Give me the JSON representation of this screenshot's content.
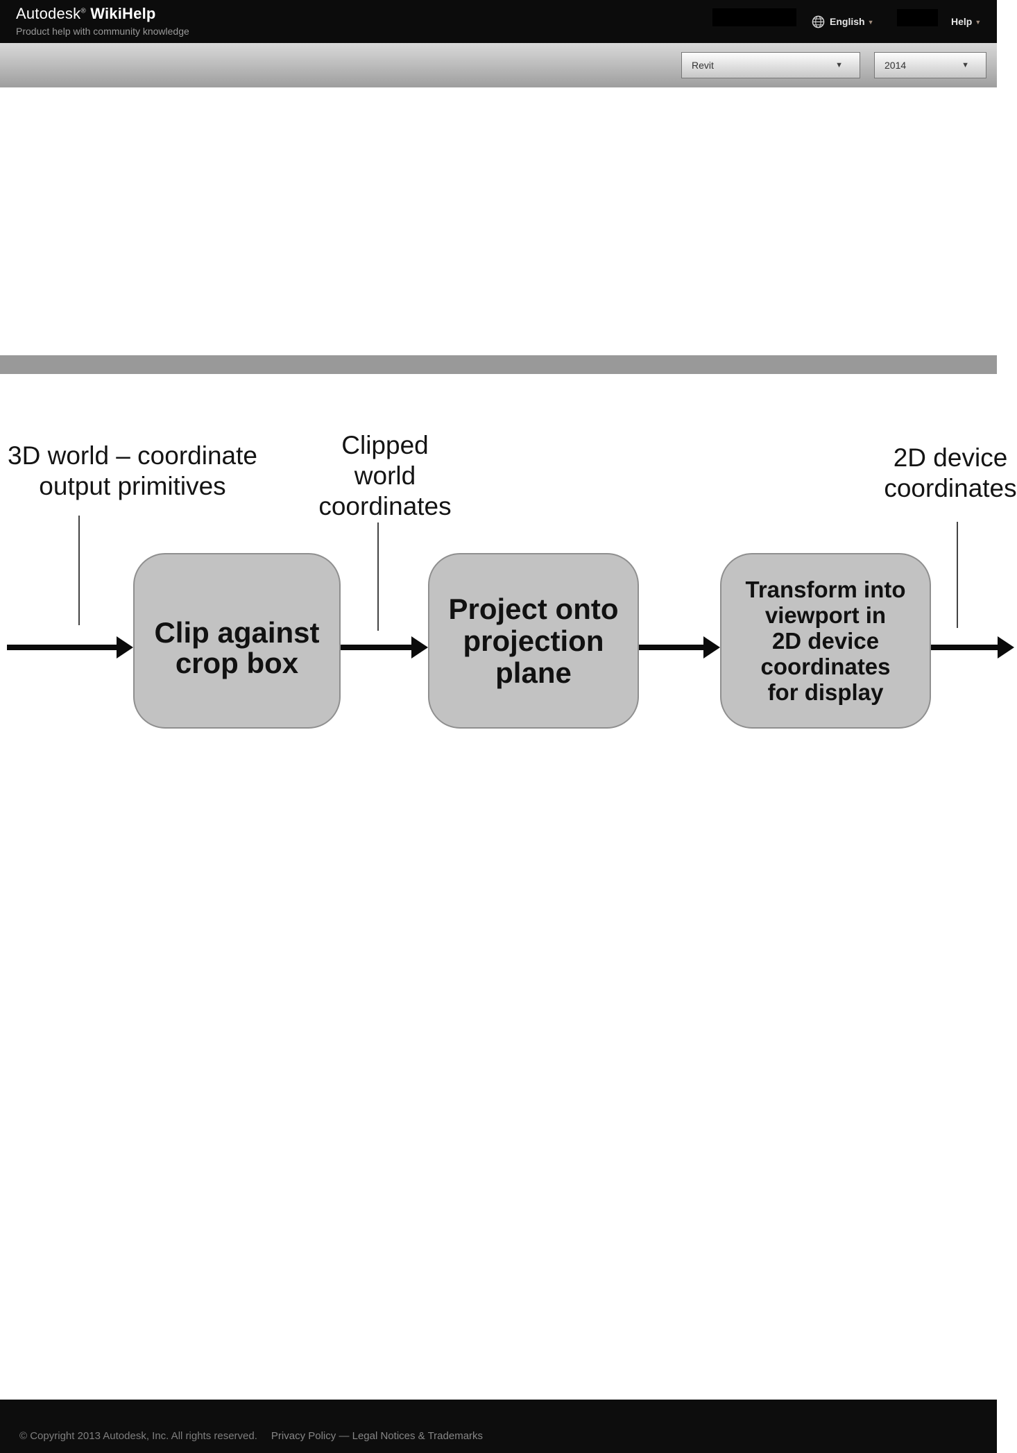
{
  "header": {
    "brand": "Autodesk",
    "brand_reg": "®",
    "brand_bold": "WikiHelp",
    "tagline": "Product help with community knowledge",
    "language_label": "English",
    "language_caret": "▼",
    "help_label": "Help",
    "help_caret": "▼"
  },
  "toolbar": {
    "product_selected": "Revit",
    "version_selected": "2014",
    "select_arrow": "▼"
  },
  "diagram": {
    "labels": [
      {
        "lines": [
          "3D world – coordinate",
          "output primitives"
        ]
      },
      {
        "lines": [
          "Clipped",
          "world",
          "coordinates"
        ]
      },
      {
        "lines": [
          "2D device",
          "coordinates"
        ]
      }
    ],
    "boxes": [
      {
        "lines": [
          "Clip against",
          "crop box"
        ]
      },
      {
        "lines": [
          "Project onto",
          "projection",
          "plane"
        ]
      },
      {
        "lines": [
          "Transform into",
          "viewport in",
          "2D device",
          "coordinates",
          "for display"
        ]
      }
    ]
  },
  "footer": {
    "copyright": "© Copyright 2013 Autodesk, Inc. All rights reserved.",
    "privacy_link": "Privacy Policy",
    "separator": "—",
    "legal_link": "Legal Notices & Trademarks"
  },
  "colors": {
    "header_bg": "#0c0c0c",
    "toolbar_gradient_top": "#d9d9d9",
    "toolbar_gradient_bottom": "#9e9e9e",
    "divider_band": "#999999",
    "box_fill": "#c2c2c2",
    "box_border": "#8f8f8f",
    "arrow_black": "#0b0b0b",
    "footer_bg": "#0d0d0d",
    "footer_text": "#7e7e7e"
  }
}
